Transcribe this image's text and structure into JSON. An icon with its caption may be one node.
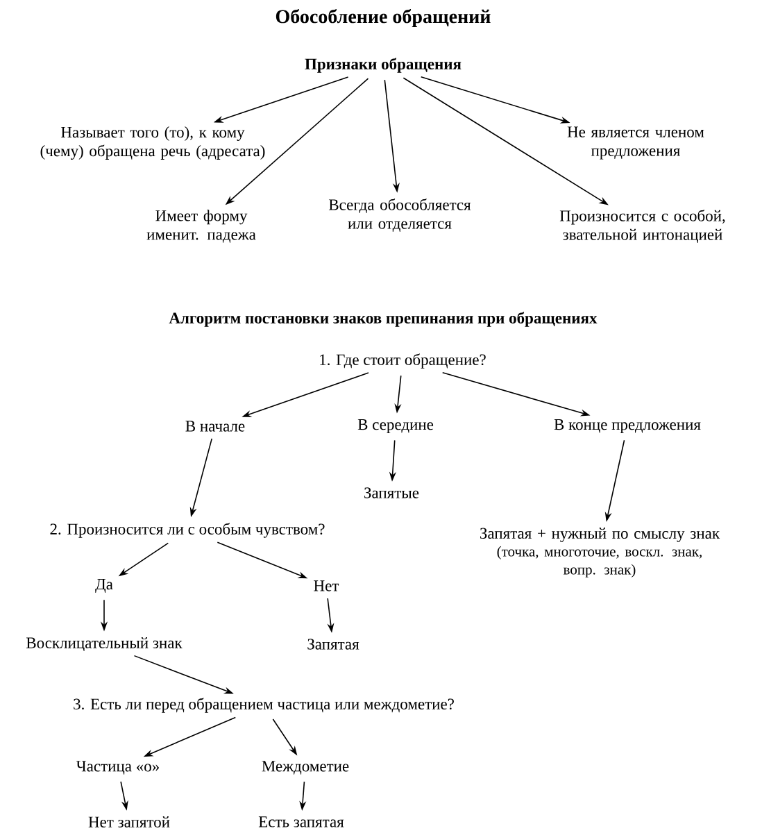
{
  "diagram": {
    "title": "Обособление обращений",
    "nodes": [
      {
        "text": [
          "Признаки обращения"
        ]
      },
      {
        "text": [
          "Называет того (то), к кому (чему) обращена речь (адресата)"
        ]
      },
      {
        "text": [
          "Имеет форму именит. падежа"
        ]
      },
      {
        "text": [
          "Всегда обособляется или отделяется"
        ]
      },
      {
        "text": [
          "Произносится с особой, звательной интонацией"
        ]
      },
      {
        "text": [
          "Не является членом предложения"
        ]
      },
      {
        "text": [
          "1. Где стоит обращение?"
        ]
      },
      {
        "text": [
          "В начале"
        ]
      },
      {
        "text": [
          "В середине"
        ]
      },
      {
        "text": [
          "В конце предложения"
        ]
      },
      {
        "text": [
          "Запятые"
        ]
      },
      {
        "text": [
          "2. Произносится ли с особым чувством?"
        ]
      },
      {
        "text": [
          "Запятая + нужный по смыслу знак",
          "(точка, многоточие, воскл. знак, вопр. знак)"
        ]
      },
      {
        "text": [
          "Да"
        ]
      },
      {
        "text": [
          "Нет"
        ]
      },
      {
        "text": [
          "Восклицательный знак"
        ]
      },
      {
        "text": [
          "Запятая"
        ]
      },
      {
        "text": [
          "3. Есть ли перед обращением частица или междометие?"
        ]
      },
      {
        "text": [
          "Частица «о»"
        ]
      },
      {
        "text": [
          "Междометие"
        ]
      },
      {
        "text": [
          "Нет запятой"
        ]
      },
      {
        "text": [
          "Есть запятая"
        ]
      }
    ],
    "edges": [
      {
        "from": 0,
        "to": 1,
        "arrow": "to"
      },
      {
        "from": 0,
        "to": 2,
        "arrow": "to"
      },
      {
        "from": 0,
        "to": 3,
        "arrow": "to"
      },
      {
        "from": 0,
        "to": 4,
        "arrow": "to"
      },
      {
        "from": 0,
        "to": 5,
        "arrow": "to"
      },
      {
        "from": 6,
        "to": 7,
        "arrow": "to"
      },
      {
        "from": 6,
        "to": 8,
        "arrow": "to"
      },
      {
        "from": 6,
        "to": 9,
        "arrow": "to"
      },
      {
        "from": 7,
        "to": 11,
        "arrow": "to"
      },
      {
        "from": 8,
        "to": 10,
        "arrow": "to"
      },
      {
        "from": 9,
        "to": 12,
        "arrow": "to"
      },
      {
        "from": 11,
        "to": 13,
        "arrow": "to"
      },
      {
        "from": 11,
        "to": 14,
        "arrow": "to"
      },
      {
        "from": 13,
        "to": 15,
        "arrow": "to"
      },
      {
        "from": 14,
        "to": 16,
        "arrow": "to"
      },
      {
        "from": 15,
        "to": 17,
        "arrow": "to"
      },
      {
        "from": 17,
        "to": 18,
        "arrow": "to"
      },
      {
        "from": 17,
        "to": 19,
        "arrow": "to"
      },
      {
        "from": 18,
        "to": 20,
        "arrow": "to"
      },
      {
        "from": 19,
        "to": 21,
        "arrow": "to"
      }
    ],
    "labels": [
      "Алгоритм постановки знаков препинания при обращениях"
    ]
  }
}
